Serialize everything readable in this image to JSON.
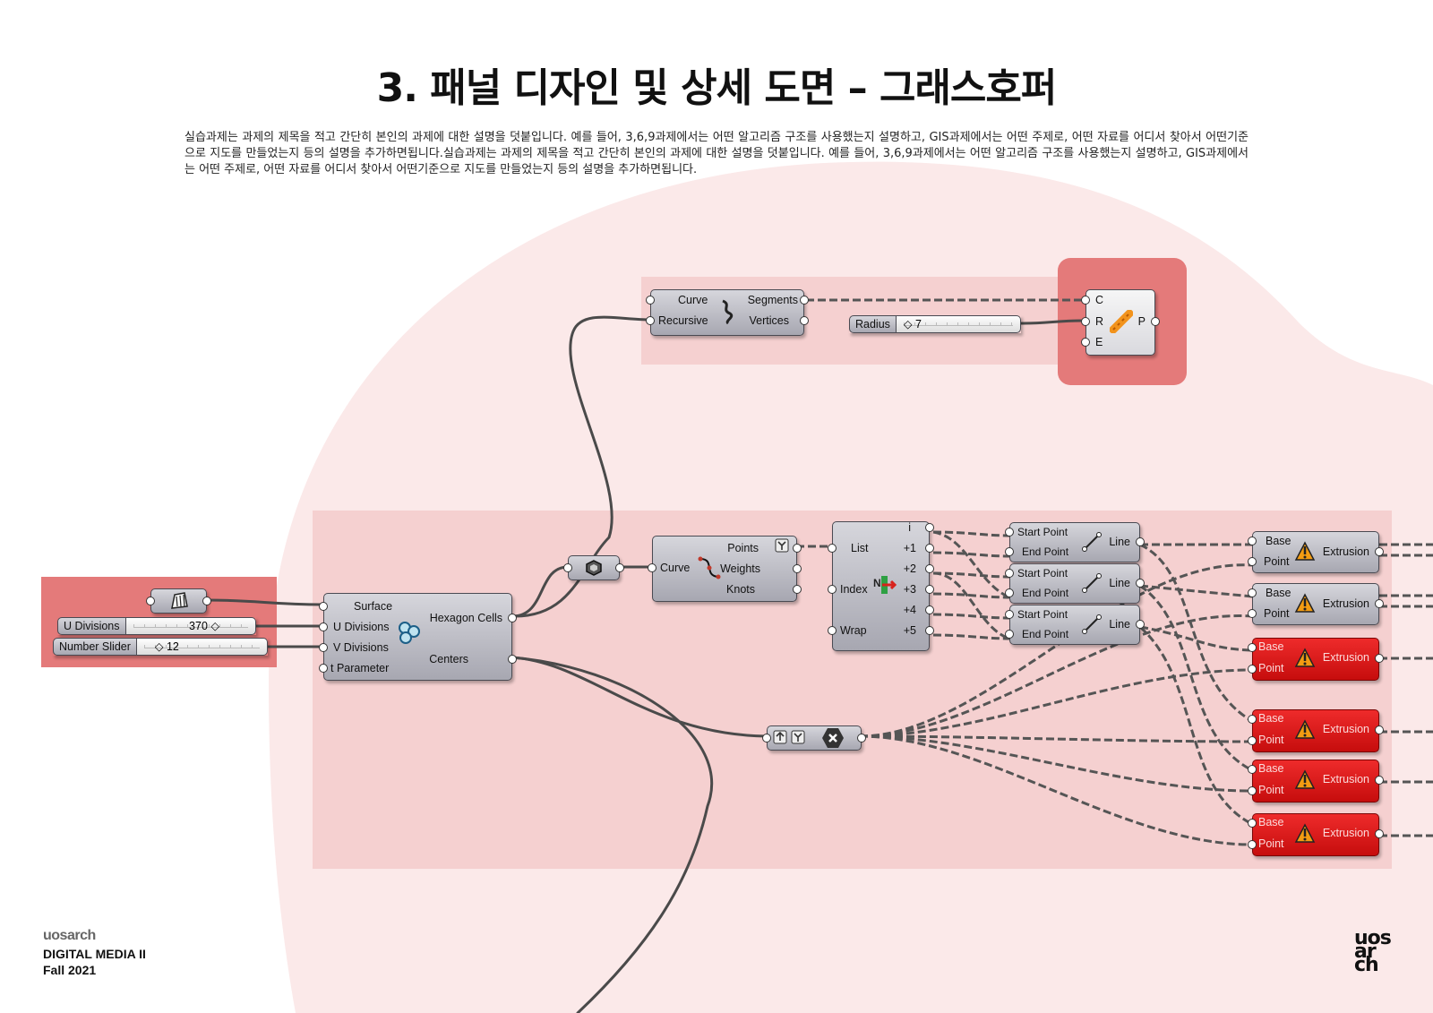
{
  "title": "3. 패널 디자인 및 상세 도면 – 그래스호퍼",
  "description": "실습과제는 과제의 제목을 적고 간단히 본인의 과제에 대한 설명을 덧붙입니다. 예를 들어, 3,6,9과제에서는 어떤 알고리즘 구조를 사용했는지 설명하고, GIS과제에서는 어떤 주제로, 어떤 자료를 어디서 찾아서 어떤기준으로 지도를 만들었는지 등의 설명을 추가하면됩니다.실습과제는 과제의 제목을 적고 간단히 본인의 과제에 대한 설명을 덧붙입니다. 예를 들어, 3,6,9과제에서는 어떤 알고리즘 구조를 사용했는지 설명하고, GIS과제에서는 어떤 주제로, 어떤 자료를 어디서 찾아서 어떤기준으로 지도를 만들었는지 등의 설명을 추가하면됩니다.",
  "colors": {
    "group_pink": "#f5d0d0",
    "group_red": "#e88080",
    "node_gray": "#b9b9c1",
    "node_error": "#e01818",
    "background_shape": "#fbe9e9"
  },
  "explode": {
    "inputs": [
      "Curve",
      "Recursive"
    ],
    "outputs": [
      "Segments",
      "Vertices"
    ]
  },
  "radius_slider": {
    "name": "Radius",
    "value": "◇ 7"
  },
  "cre_node": {
    "inputs": [
      "C",
      "R",
      "E"
    ],
    "output": "P"
  },
  "input_group": {
    "u_slider": {
      "name": "U Divisions",
      "value": "370 ◇"
    },
    "number_slider": {
      "name": "Number Slider",
      "value": "◇ 12"
    }
  },
  "hexagon": {
    "inputs": [
      "Surface",
      "U Divisions",
      "V Divisions",
      "t Parameter"
    ],
    "outputs": [
      "Hexagon Cells",
      "Centers"
    ]
  },
  "curve_params": {
    "input": "Curve",
    "outputs": [
      "Points",
      "Weights",
      "Knots"
    ]
  },
  "shift_list": {
    "inputs": [
      "List",
      "Index",
      "Wrap"
    ],
    "outputs": [
      "i",
      "+1",
      "+2",
      "+3",
      "+4",
      "+5"
    ]
  },
  "lines": [
    {
      "inputs": [
        "Start Point",
        "End Point"
      ],
      "output": "Line"
    },
    {
      "inputs": [
        "Start Point",
        "End Point"
      ],
      "output": "Line"
    },
    {
      "inputs": [
        "Start Point",
        "End Point"
      ],
      "output": "Line"
    }
  ],
  "extrusions": [
    {
      "inputs": [
        "Base",
        "Point"
      ],
      "output": "Extrusion",
      "state": "ok"
    },
    {
      "inputs": [
        "Base",
        "Point"
      ],
      "output": "Extrusion",
      "state": "ok"
    },
    {
      "inputs": [
        "Base",
        "Point"
      ],
      "output": "Extrusion",
      "state": "error"
    },
    {
      "inputs": [
        "Base",
        "Point"
      ],
      "output": "Extrusion",
      "state": "error"
    },
    {
      "inputs": [
        "Base",
        "Point"
      ],
      "output": "Extrusion",
      "state": "error"
    },
    {
      "inputs": [
        "Base",
        "Point"
      ],
      "output": "Extrusion",
      "state": "error"
    }
  ],
  "footer": {
    "logo_small": "uosarch",
    "course": "DIGITAL MEDIA II",
    "term": "Fall 2021",
    "logo_big_lines": [
      "uos",
      "ar",
      "ch"
    ]
  }
}
